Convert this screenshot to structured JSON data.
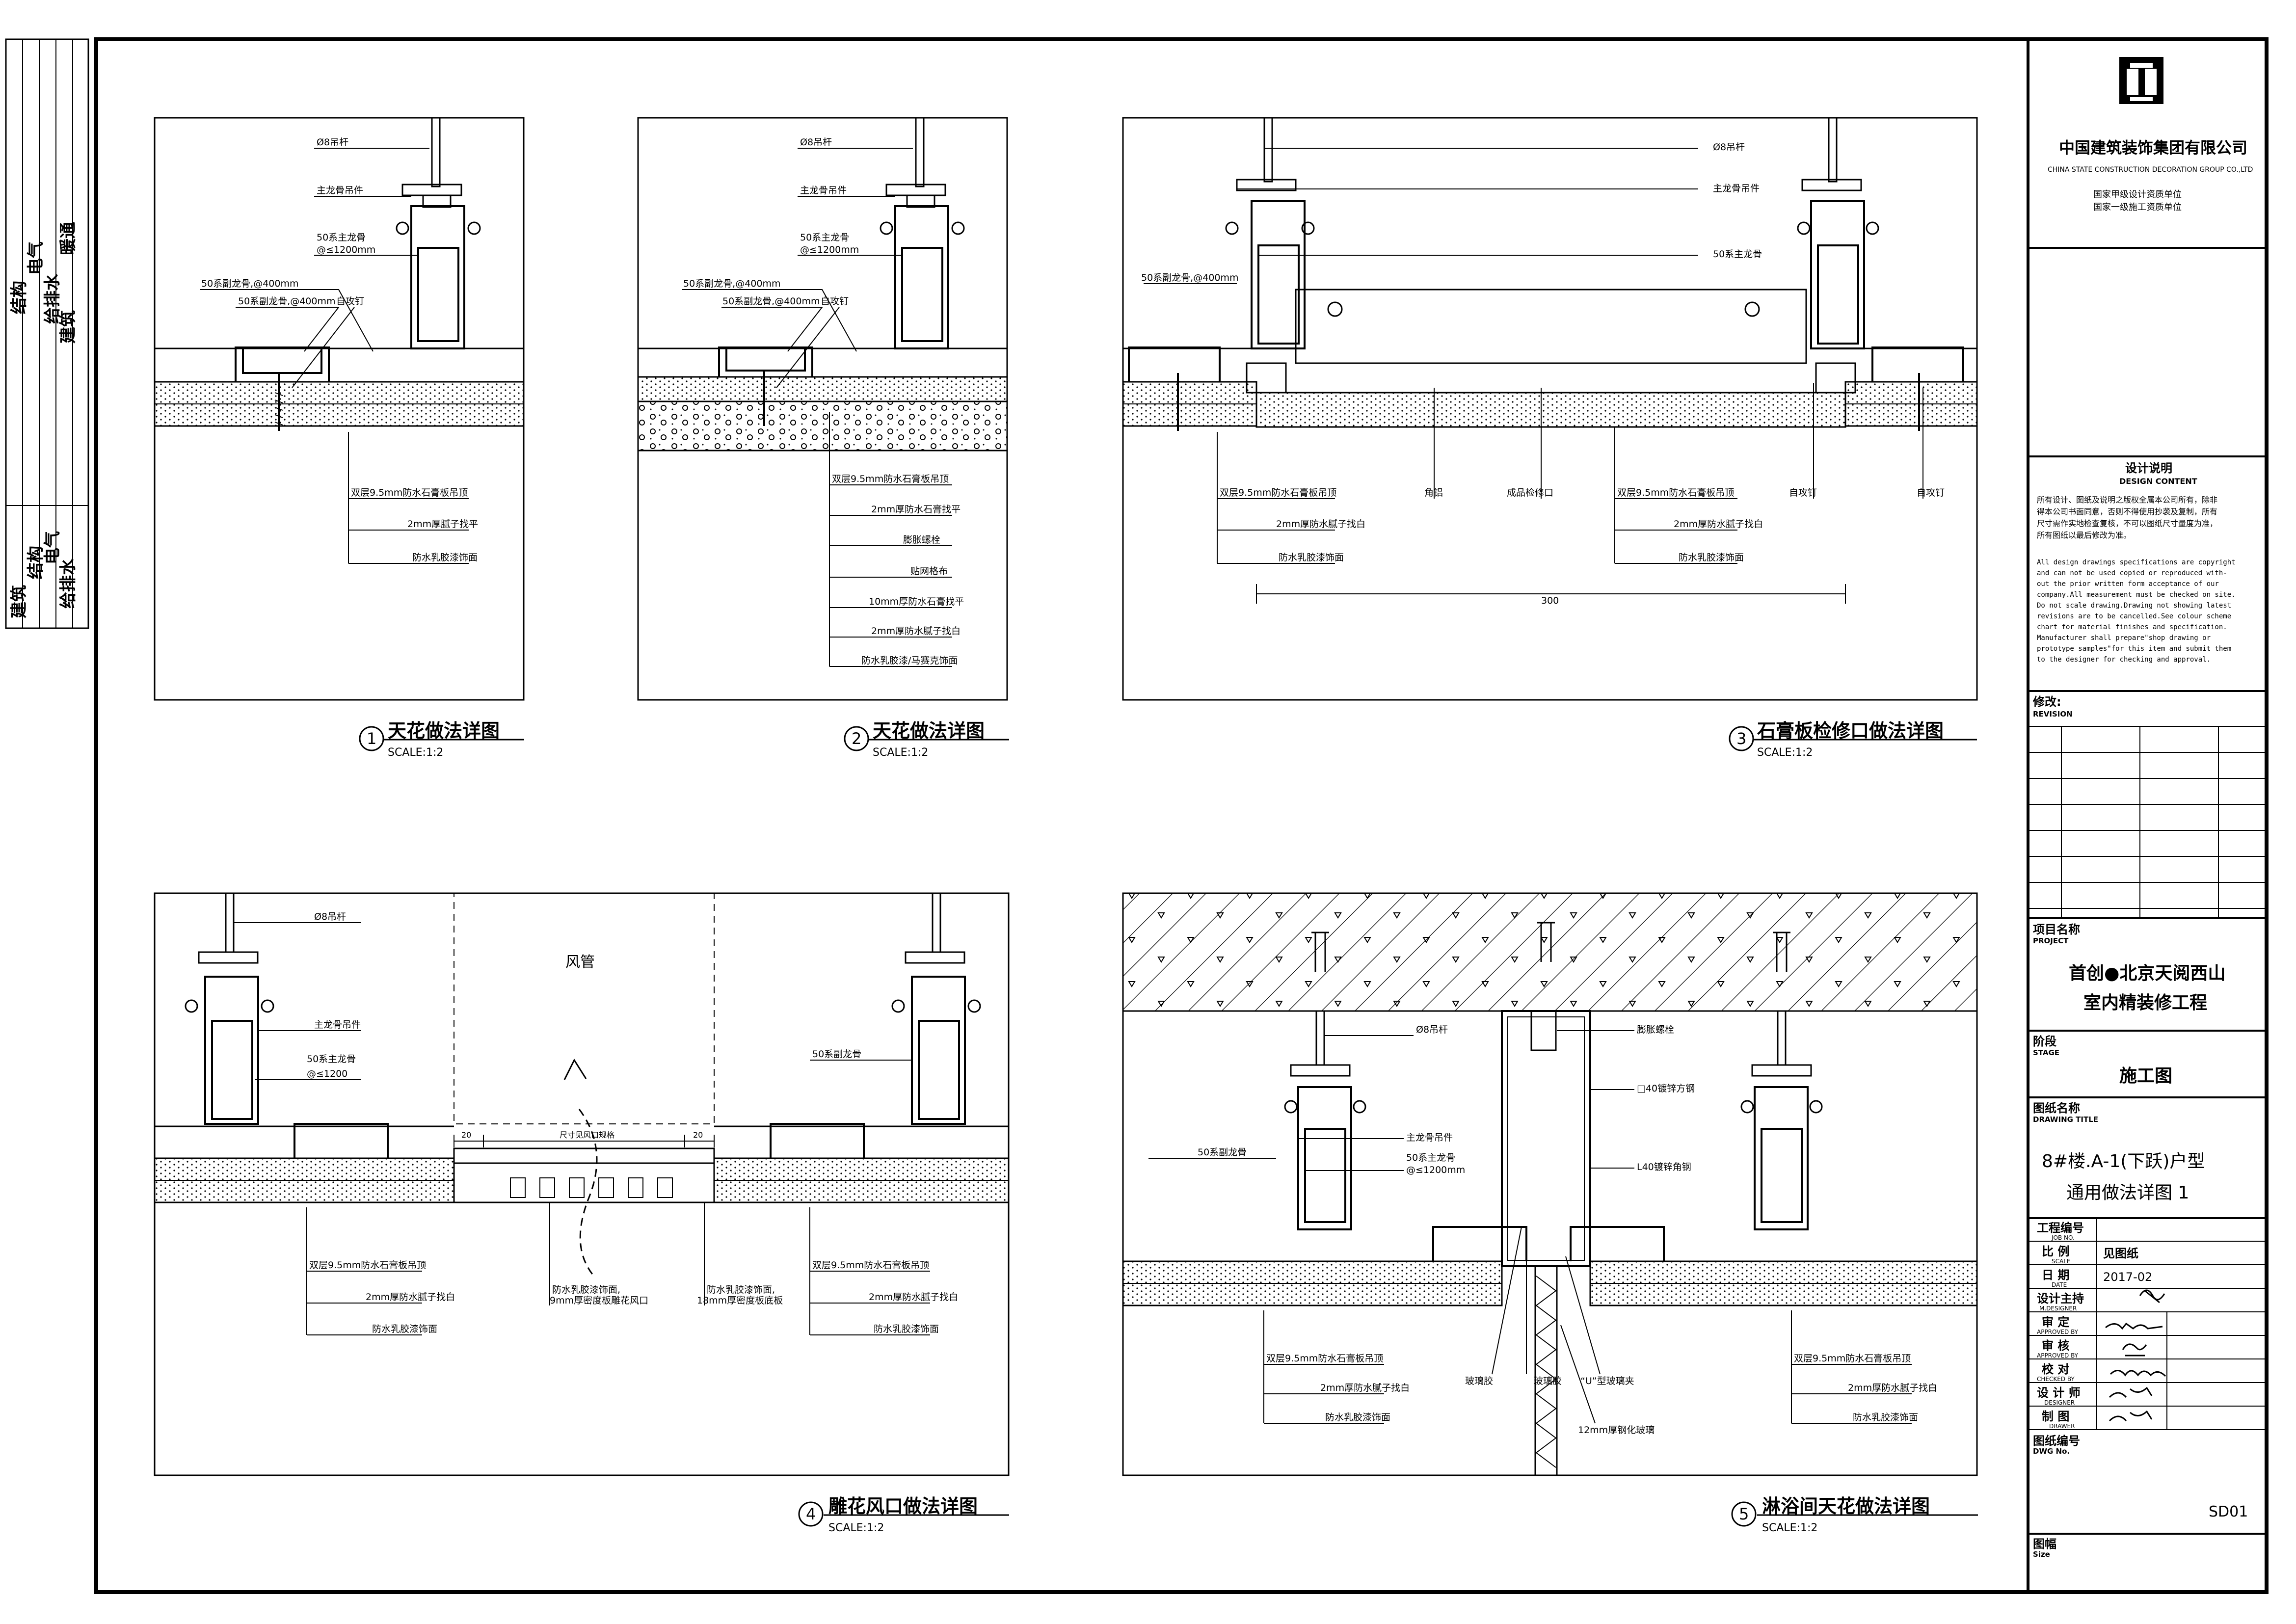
{
  "side_strip": {
    "top_labels": [
      "暖通",
      "给排水",
      "电气",
      "结构",
      "建筑"
    ],
    "bottom_labels": [
      "建筑",
      "结构",
      "电气",
      "给排水"
    ]
  },
  "drawings": [
    {
      "number": "1",
      "title": "天花做法详图",
      "scale": "SCALE:1:2",
      "top_labels": [
        "Ø8吊杆",
        "主龙骨吊件",
        "50系主龙骨",
        "@≤1200mm",
        "50系副龙骨,@400mm",
        "50系副龙骨,@400mm",
        "自攻钉"
      ],
      "bottom_labels": [
        "双层9.5mm防水石膏板吊顶",
        "2mm厚腻子找平",
        "防水乳胶漆饰面"
      ]
    },
    {
      "number": "2",
      "title": "天花做法详图",
      "scale": "SCALE:1:2",
      "top_labels": [
        "Ø8吊杆",
        "主龙骨吊件",
        "50系主龙骨",
        "@≤1200mm",
        "50系副龙骨,@400mm",
        "50系副龙骨,@400mm",
        "自攻钉"
      ],
      "bottom_labels": [
        "双层9.5mm防水石膏板吊顶",
        "2mm厚防水石膏找平",
        "膨胀螺栓",
        "贴网格布",
        "10mm厚防水石膏找平",
        "2mm厚防水腻子找白",
        "防水乳胶漆/马赛克饰面"
      ]
    },
    {
      "number": "3",
      "title": "石膏板检修口做法详图",
      "scale": "SCALE:1:2",
      "top_labels": [
        "Ø8吊杆",
        "主龙骨吊件",
        "50系主龙骨",
        "50系副龙骨,@400mm"
      ],
      "bottom_labels": [
        "双层9.5mm防水石膏板吊顶",
        "2mm厚防水腻子找白",
        "防水乳胶漆饰面",
        "角铝",
        "成品检修口",
        "双层9.5mm防水石膏板吊顶",
        "2mm厚防水腻子找白",
        "防水乳胶漆饰面",
        "自攻钉",
        "自攻钉"
      ],
      "dimension": "300"
    },
    {
      "number": "4",
      "title": "雕花风口做法详图",
      "scale": "SCALE:1:2",
      "duct_label": "风管",
      "top_labels": [
        "Ø8吊杆",
        "主龙骨吊件",
        "50系主龙骨",
        "@≤1200",
        "50系副龙骨"
      ],
      "dim_small": "20",
      "dim_center": "尺寸见风口规格",
      "bottom_labels": [
        "双层9.5mm防水石膏板吊顶",
        "2mm厚防水腻子找白",
        "防水乳胶漆饰面",
        "防水乳胶漆饰面,",
        "9mm厚密度板雕花风口",
        "防水乳胶漆饰面,",
        "18mm厚密度板底板",
        "双层9.5mm防水石膏板吊顶",
        "2mm厚防水腻子找白",
        "防水乳胶漆饰面"
      ]
    },
    {
      "number": "5",
      "title": "淋浴间天花做法详图",
      "scale": "SCALE:1:2",
      "top_labels": [
        "Ø8吊杆",
        "膨胀螺栓",
        "□40镀锌方钢",
        "主龙骨吊件",
        "50系主龙骨",
        "@≤1200mm",
        "L40镀锌角钢",
        "50系副龙骨"
      ],
      "bottom_labels": [
        "双层9.5mm防水石膏板吊顶",
        "2mm厚防水腻子找白",
        "防水乳胶漆饰面",
        "玻璃胶",
        "玻璃胶",
        "“U”型玻璃夹",
        "12mm厚钢化玻璃",
        "双层9.5mm防水石膏板吊顶",
        "2mm厚防水腻子找白",
        "防水乳胶漆饰面"
      ]
    }
  ],
  "title_block": {
    "company_cn": "中国建筑装饰集团有限公司",
    "company_en": "CHINA STATE CONSTRUCTION DECORATION GROUP CO.,LTD",
    "qualification_1": "国家甲级设计资质单位",
    "qualification_2": "国家一级施工资质单位",
    "design_heading_cn": "设计说明",
    "design_heading_en": "DESIGN CONTENT",
    "design_text_cn": [
      "所有设计、图纸及说明之版权全属本公司所有，除非",
      "得本公司书面同意，否则不得使用抄袭及复制，所有",
      "尺寸需作实地检查复核，不可以图纸尺寸量度为准，",
      "所有图纸以最后修改为准。"
    ],
    "design_text_en": [
      "All design drawings specifications are copyright",
      "and can not be used copied or reproduced with-",
      "out the prior written form acceptance of our",
      "company.All measurement must be checked on site.",
      "Do not scale drawing.Drawing not showing latest",
      "revisions are to be cancelled.See colour scheme",
      "chart for material finishes and specification.",
      "Manufacturer shall prepare\"shop drawing or",
      "prototype samples\"for this item and submit them",
      "to the designer for checking and approval."
    ],
    "revision_cn": "修改:",
    "revision_en": "REVISION",
    "project_label_cn": "项目名称",
    "project_label_en": "PROJECT",
    "project_name_1": "首创●北京天阅西山",
    "project_name_2": "室内精装修工程",
    "stage_label_cn": "阶段",
    "stage_label_en": "STAGE",
    "stage_value": "施工图",
    "drawing_title_label_cn": "图纸名称",
    "drawing_title_label_en": "DRAWING TITLE",
    "drawing_title_1": "8#楼.A-1(下跃)户型",
    "drawing_title_2": "通用做法详图 1",
    "rows": [
      {
        "cn": "工程编号",
        "en": "JOB NO.",
        "value": ""
      },
      {
        "cn": "比 例",
        "en": "SCALE",
        "value": "见图纸"
      },
      {
        "cn": "日 期",
        "en": "DATE",
        "value": "2017-02"
      },
      {
        "cn": "设计主持",
        "en": "M.DESIGNER",
        "value": ""
      },
      {
        "cn": "审 定",
        "en": "APPROVED BY",
        "value": ""
      },
      {
        "cn": "审 核",
        "en": "APPROVED BY",
        "value": ""
      },
      {
        "cn": "校 对",
        "en": "CHECKED BY",
        "value": ""
      },
      {
        "cn": "设 计 师",
        "en": "DESIGNER",
        "value": ""
      },
      {
        "cn": "制 图",
        "en": "DRAWER",
        "value": ""
      }
    ],
    "dwg_no_label_cn": "图纸编号",
    "dwg_no_label_en": "DWG No.",
    "dwg_no_value": "SD01",
    "size_label_cn": "图幅",
    "size_label_en": "Size"
  }
}
